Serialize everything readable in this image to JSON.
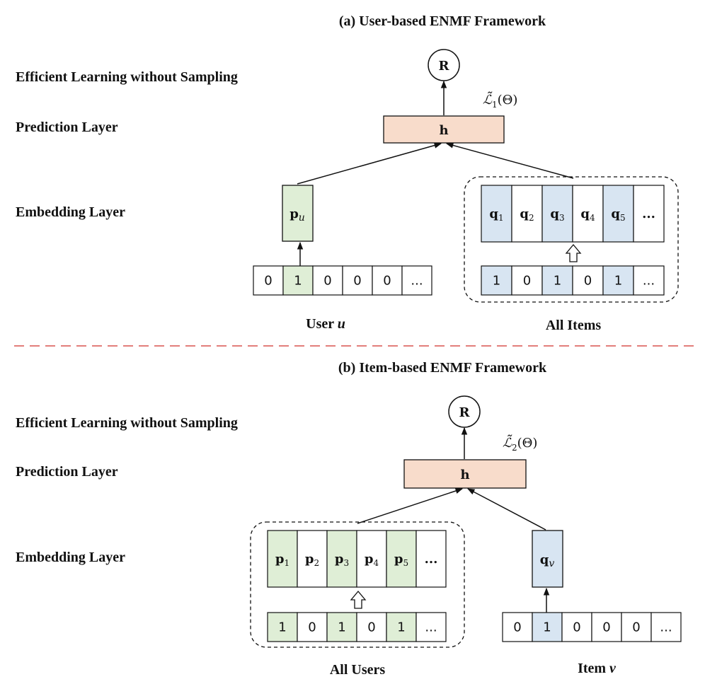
{
  "panel_a": {
    "title": "(a)  User-based ENMF Framework",
    "layers": {
      "learning": "Efficient Learning without Sampling",
      "prediction": "Prediction Layer",
      "embedding": "Embedding Layer"
    },
    "output_node": "R",
    "loss": {
      "symbol": "ℒ̃",
      "sub": "1",
      "arg": "(Θ)"
    },
    "h_label": "h",
    "single_embedding": {
      "base": "p",
      "sub": "u"
    },
    "single_vector": [
      "0",
      "1",
      "0",
      "0",
      "0",
      "..."
    ],
    "single_label": {
      "text": "User ",
      "var": "u"
    },
    "group_embeddings": [
      {
        "base": "q",
        "sub": "1"
      },
      {
        "base": "q",
        "sub": "2"
      },
      {
        "base": "q",
        "sub": "3"
      },
      {
        "base": "q",
        "sub": "4"
      },
      {
        "base": "q",
        "sub": "5"
      },
      {
        "base": "...",
        "sub": ""
      }
    ],
    "group_vector": [
      "1",
      "0",
      "1",
      "0",
      "1",
      "..."
    ],
    "group_label": "All Items"
  },
  "panel_b": {
    "title": "(b)  Item-based ENMF Framework",
    "layers": {
      "learning": "Efficient Learning without Sampling",
      "prediction": "Prediction Layer",
      "embedding": "Embedding Layer"
    },
    "output_node": "R",
    "loss": {
      "symbol": "ℒ̃",
      "sub": "2",
      "arg": "(Θ)"
    },
    "h_label": "h",
    "group_embeddings": [
      {
        "base": "p",
        "sub": "1"
      },
      {
        "base": "p",
        "sub": "2"
      },
      {
        "base": "p",
        "sub": "3"
      },
      {
        "base": "p",
        "sub": "4"
      },
      {
        "base": "p",
        "sub": "5"
      },
      {
        "base": "...",
        "sub": ""
      }
    ],
    "group_vector": [
      "1",
      "0",
      "1",
      "0",
      "1",
      "..."
    ],
    "group_label": "All Users",
    "single_embedding": {
      "base": "q",
      "sub": "v"
    },
    "single_vector": [
      "0",
      "1",
      "0",
      "0",
      "0",
      "..."
    ],
    "single_label": {
      "text": "Item ",
      "var": "v"
    }
  },
  "colors": {
    "h_fill": "#f8dccb",
    "user_green": "#dfeed6",
    "item_blue": "#d8e5f2",
    "divider_red": "#d9534f"
  }
}
